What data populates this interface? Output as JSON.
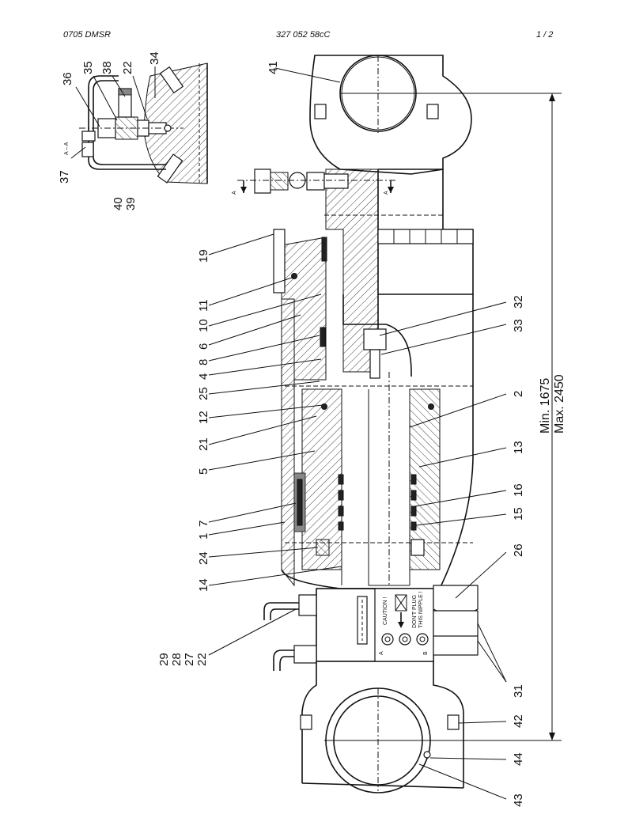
{
  "header": {
    "left": "0705 DMSR",
    "center": "327 052 58cC",
    "right": "1 /   2"
  },
  "section_marks": {
    "detail": "A – A",
    "arrow_left": "A",
    "arrow_right": "A"
  },
  "dimensions": {
    "min": "Min. 1675",
    "max": "Max. 2450"
  },
  "plate": {
    "caution": "CAUTION !",
    "line1": "DON'T PLUG",
    "line2": "THIS NIPPLE !",
    "port_a": "A",
    "port_b": "B"
  },
  "callouts": {
    "c36": "36",
    "c35": "35",
    "c38": "38",
    "c22a": "22",
    "c34": "34",
    "c37": "37",
    "c40": "40",
    "c39": "39",
    "c41": "41",
    "c19": "19",
    "c11": "11",
    "c10": "10",
    "c6": "6",
    "c8": "8",
    "c4": "4",
    "c25": "25",
    "c12": "12",
    "c21": "21",
    "c5": "5",
    "c7": "7",
    "c1": "1",
    "c24": "24",
    "c14": "14",
    "c29": "29",
    "c28": "28",
    "c27": "27",
    "c22b": "22",
    "c32": "32",
    "c33": "33",
    "c2": "2",
    "c13": "13",
    "c16": "16",
    "c15": "15",
    "c26": "26",
    "c31": "31",
    "c42": "42",
    "c44": "44",
    "c43": "43"
  }
}
